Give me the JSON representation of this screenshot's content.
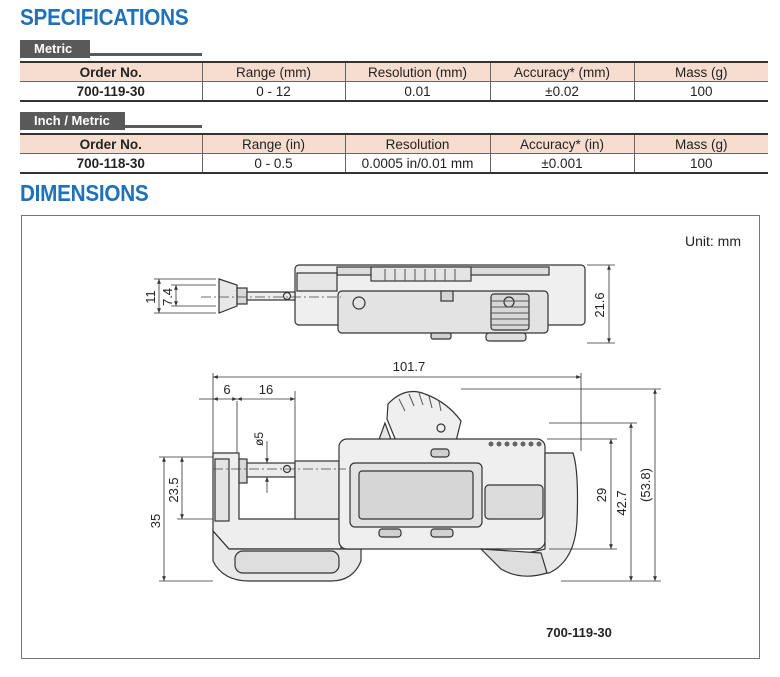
{
  "specifications": {
    "title": "SPECIFICATIONS",
    "metric": {
      "tag": "Metric",
      "headers": [
        "Order No.",
        "Range (mm)",
        "Resolution (mm)",
        "Accuracy* (mm)",
        "Mass (g)"
      ],
      "row": [
        "700-119-30",
        "0 - 12",
        "0.01",
        "±0.02",
        "100"
      ]
    },
    "inch": {
      "tag": "Inch / Metric",
      "headers": [
        "Order No.",
        "Range (in)",
        "Resolution",
        "Accuracy* (in)",
        "Mass (g)"
      ],
      "row": [
        "700-118-30",
        "0 - 0.5",
        "0.0005 in/0.01 mm",
        "±0.001",
        "100"
      ]
    }
  },
  "dimensions": {
    "title": "DIMENSIONS",
    "unit": "Unit: mm",
    "top_view": {
      "dim_11": "11",
      "dim_7_4": "7.4",
      "dim_21_6": "21.6"
    },
    "front_view": {
      "dim_101_7": "101.7",
      "dim_6": "6",
      "dim_16": "16",
      "dim_phi5": "ø5",
      "dim_35": "35",
      "dim_23_5": "23.5",
      "dim_29": "29",
      "dim_42_7": "42.7",
      "dim_53_8": "(53.8)"
    },
    "model": "700-119-30"
  }
}
